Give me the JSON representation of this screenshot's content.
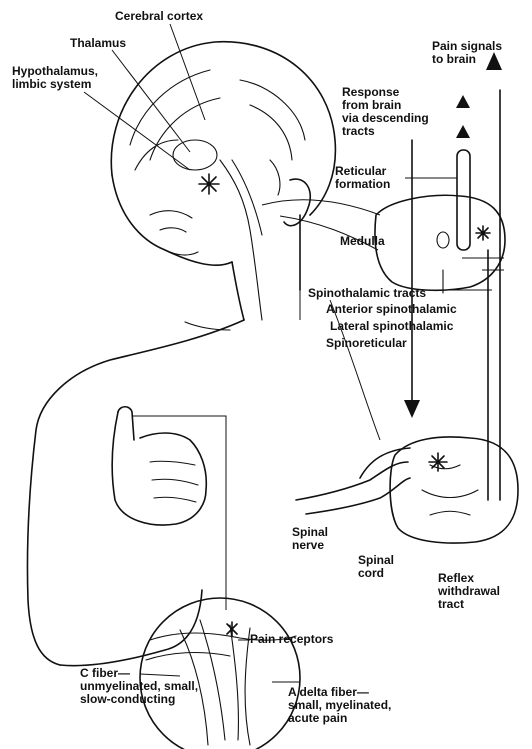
{
  "diagram": {
    "labels": {
      "cerebral_cortex": "Cerebral cortex",
      "thalamus": "Thalamus",
      "hypothalamus": [
        "Hypothalamus,",
        "limbic system"
      ],
      "pain_signals": [
        "Pain signals",
        "to brain"
      ],
      "response": [
        "Response",
        "from brain",
        "via descending",
        "tracts"
      ],
      "reticular": [
        "Reticular",
        "formation"
      ],
      "medulla": "Medulla",
      "spinothalamic_tracts": "Spinothalamic tracts",
      "anterior_spinothalamic": "Anterior spinothalamic",
      "lateral_spinothalamic": "Lateral spinothalamic",
      "spinoreticular": "Spinoreticular",
      "spinal_nerve": [
        "Spinal",
        "nerve"
      ],
      "spinal_cord": [
        "Spinal",
        "cord"
      ],
      "reflex": [
        "Reflex",
        "withdrawal",
        "tract"
      ],
      "pain_receptors": "Pain receptors",
      "c_fiber": [
        "C fiber—",
        "unmyelinated, small,",
        "slow-conducting"
      ],
      "a_delta_fiber": [
        "A delta fiber—",
        "small, myelinated,",
        "acute pain"
      ]
    }
  }
}
